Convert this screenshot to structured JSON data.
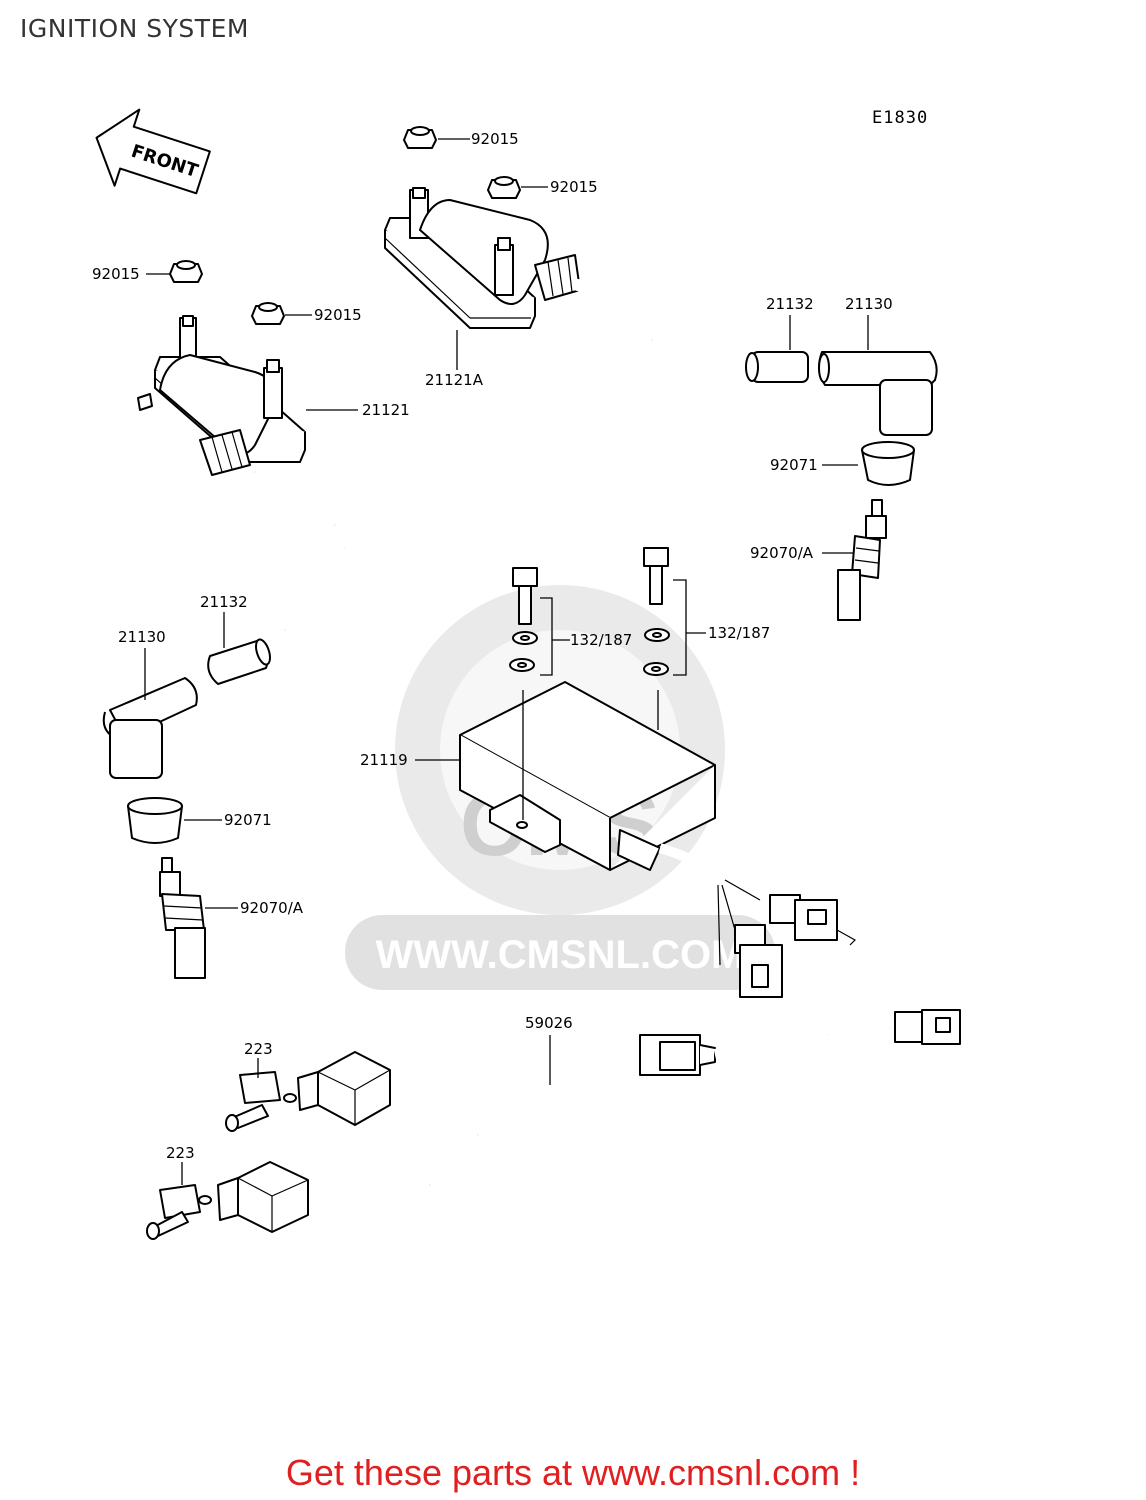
{
  "title": "IGNITION SYSTEM",
  "diagram_code": "E1830",
  "front_arrow_label": "FRONT",
  "watermark": {
    "text": "WWW.CMSNL.COM",
    "logo_text": "CMS"
  },
  "parts": {
    "nut_1": "92015",
    "nut_2": "92015",
    "nut_3": "92015",
    "nut_4": "92015",
    "coil_right": "21121A",
    "coil_left": "21121",
    "cap_sleeve_right": "21132",
    "plug_cap_right": "21130",
    "seal_right": "92071",
    "spark_plug_right": "92070/A",
    "cap_sleeve_left": "21132",
    "plug_cap_left": "21130",
    "seal_left": "92071",
    "spark_plug_left": "92070/A",
    "bolt_1": "132/187",
    "bolt_2": "132/187",
    "igniter": "21119",
    "harness": "59026",
    "pickup_1": "223",
    "pickup_2": "223"
  },
  "footer": "Get these parts at www.cmsnl.com !",
  "colors": {
    "footer": "#e02020",
    "watermark": "#d9d9d9",
    "line": "#000000"
  }
}
